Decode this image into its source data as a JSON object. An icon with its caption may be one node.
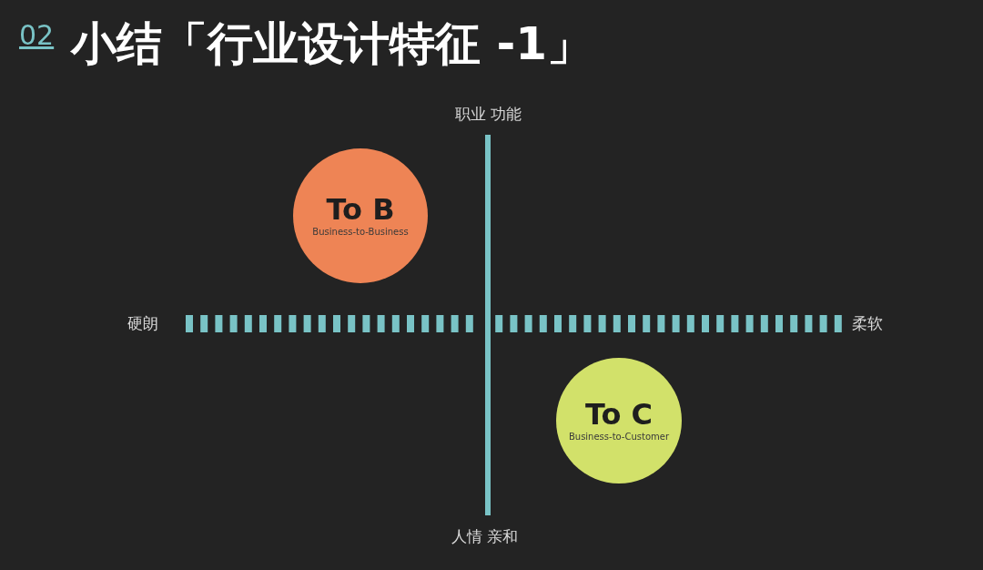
{
  "diagram": {
    "title": "小结「行业设计特征 -1」",
    "nodes": [
      {
        "text": [
          "To B",
          "Business-to-Business"
        ]
      },
      {
        "text": [
          "To C",
          "Business-to-Customer"
        ]
      }
    ],
    "edges": [],
    "labels": [
      "02",
      "职业 功能",
      "硬朗",
      "柔软",
      "人情 亲和"
    ]
  }
}
